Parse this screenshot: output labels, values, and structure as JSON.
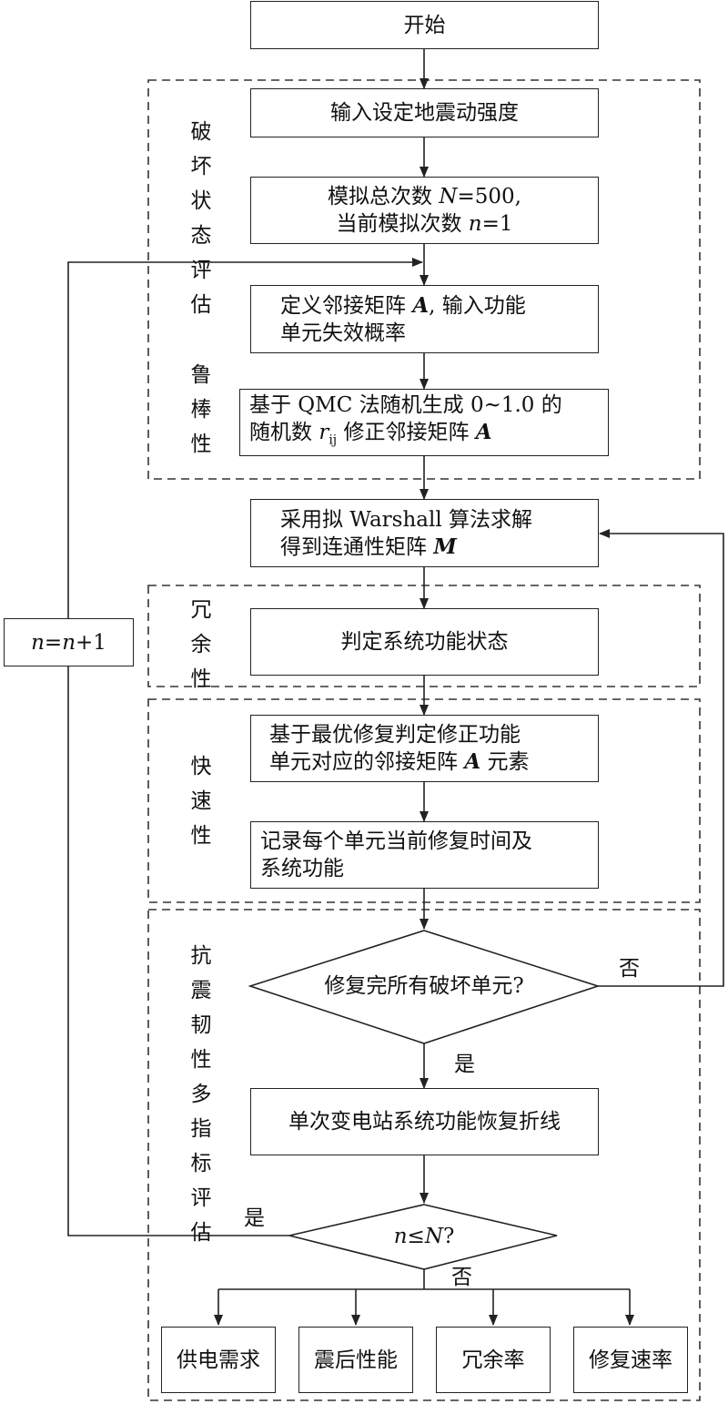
{
  "start": "开始",
  "step_input": "输入设定地震动强度",
  "step_total_a": "模拟总次数 ",
  "step_total_N": "N",
  "step_total_b": "=500,",
  "step_current_a": "当前模拟次数 ",
  "step_current_n": "n",
  "step_current_b": "=1",
  "step_define_a": "定义邻接矩阵 ",
  "step_define_A": "A",
  "step_define_b": ", 输入功能",
  "step_define_c": "单元失效概率",
  "step_qmc_a": "基于 QMC 法随机生成 0~1.0 的",
  "step_qmc_b": "随机数 ",
  "step_qmc_r": "r",
  "step_qmc_sub": "ij",
  "step_qmc_c": " 修正邻接矩阵 ",
  "step_qmc_A": "A",
  "step_warshall_a": "采用拟 Warshall 算法求解",
  "step_warshall_b": "得到连通性矩阵 ",
  "step_warshall_M": "M",
  "step_judge": "判定系统功能状态",
  "step_repair_a": "基于最优修复判定修正功能",
  "step_repair_b": "单元对应的邻接矩阵 ",
  "step_repair_A": "A",
  "step_repair_c": " 元素",
  "step_record_a": "记录每个单元当前修复时间及",
  "step_record_b": "系统功能",
  "decision_repair": "修复完所有破坏单元?",
  "step_curve": "单次变电站系统功能恢复折线",
  "decision_n_a": "n",
  "decision_n_b": "≤",
  "decision_n_c": "N",
  "decision_n_d": "?",
  "loop_n1": "n",
  "loop_eq": "=",
  "loop_n2": "n",
  "loop_plus": "+1",
  "yes": "是",
  "no": "否",
  "group_damage": [
    "破",
    "坏",
    "状",
    "态",
    "评",
    "估"
  ],
  "group_robust": [
    "鲁",
    "棒",
    "性"
  ],
  "group_redundancy": [
    "冗",
    "余",
    "性"
  ],
  "group_rapidity": [
    "快",
    "速",
    "性"
  ],
  "group_multi": [
    "抗",
    "震",
    "韧",
    "性",
    "多",
    "指",
    "标",
    "评",
    "估"
  ],
  "outputs": [
    "供电需求",
    "震后性能",
    "冗余率",
    "修复速率"
  ]
}
